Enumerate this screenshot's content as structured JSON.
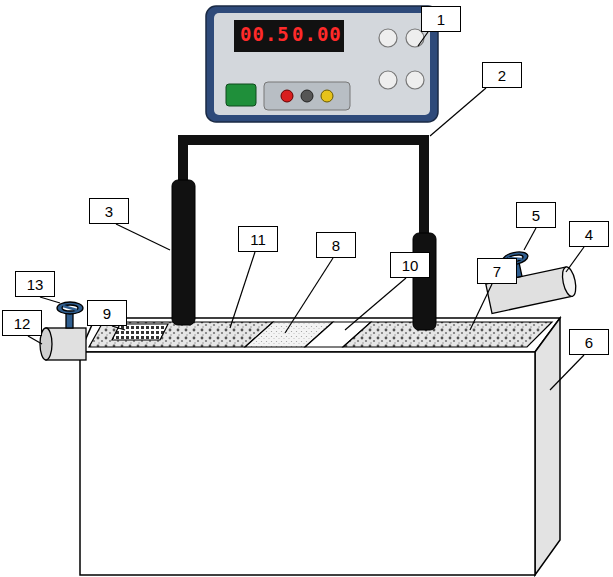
{
  "diagram": {
    "nodes": [
      {
        "text": [
          "1"
        ]
      },
      {
        "text": [
          "2"
        ]
      },
      {
        "text": [
          "3"
        ]
      },
      {
        "text": [
          "5"
        ]
      },
      {
        "text": [
          "4"
        ]
      },
      {
        "text": [
          "11"
        ]
      },
      {
        "text": [
          "8"
        ]
      },
      {
        "text": [
          "10"
        ]
      },
      {
        "text": [
          "7"
        ]
      },
      {
        "text": [
          "13"
        ]
      },
      {
        "text": [
          "12"
        ]
      },
      {
        "text": [
          "9"
        ]
      },
      {
        "text": [
          "6"
        ]
      }
    ],
    "labels": [
      "00.5",
      "0.00"
    ]
  }
}
